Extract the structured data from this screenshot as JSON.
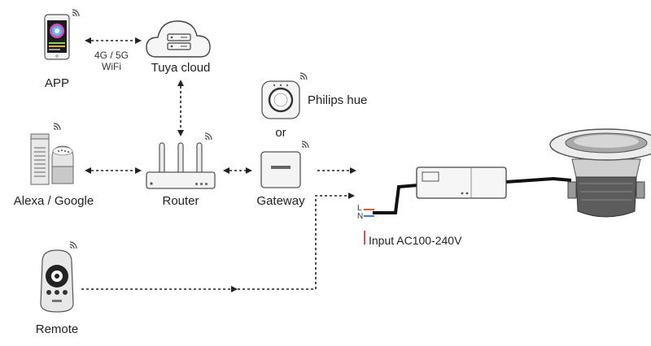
{
  "labels": {
    "app": "APP",
    "network": "4G / 5G",
    "wifi": "WiFi",
    "cloud": "Tuya  cloud",
    "hue": "Philips hue",
    "or": "or",
    "alexa_google": "Alexa / Google",
    "router": "Router",
    "gateway": "Gateway",
    "remote": "Remote",
    "live": "L",
    "neutral": "N",
    "input": "Input AC100-240V"
  },
  "colors": {
    "line": "#222222",
    "icon_fill": "#f2f2f2",
    "icon_stroke": "#555555",
    "live_wire": "#e05a2a",
    "neutral_wire": "#3a7bd5",
    "input_marker": "#d0223a"
  },
  "icons": [
    "phone-icon",
    "cloud-icon",
    "smart-speaker-icon",
    "router-icon",
    "hue-bridge-icon",
    "gateway-icon",
    "remote-icon",
    "driver-icon",
    "downlight-icon",
    "wifi-signal-icon"
  ]
}
